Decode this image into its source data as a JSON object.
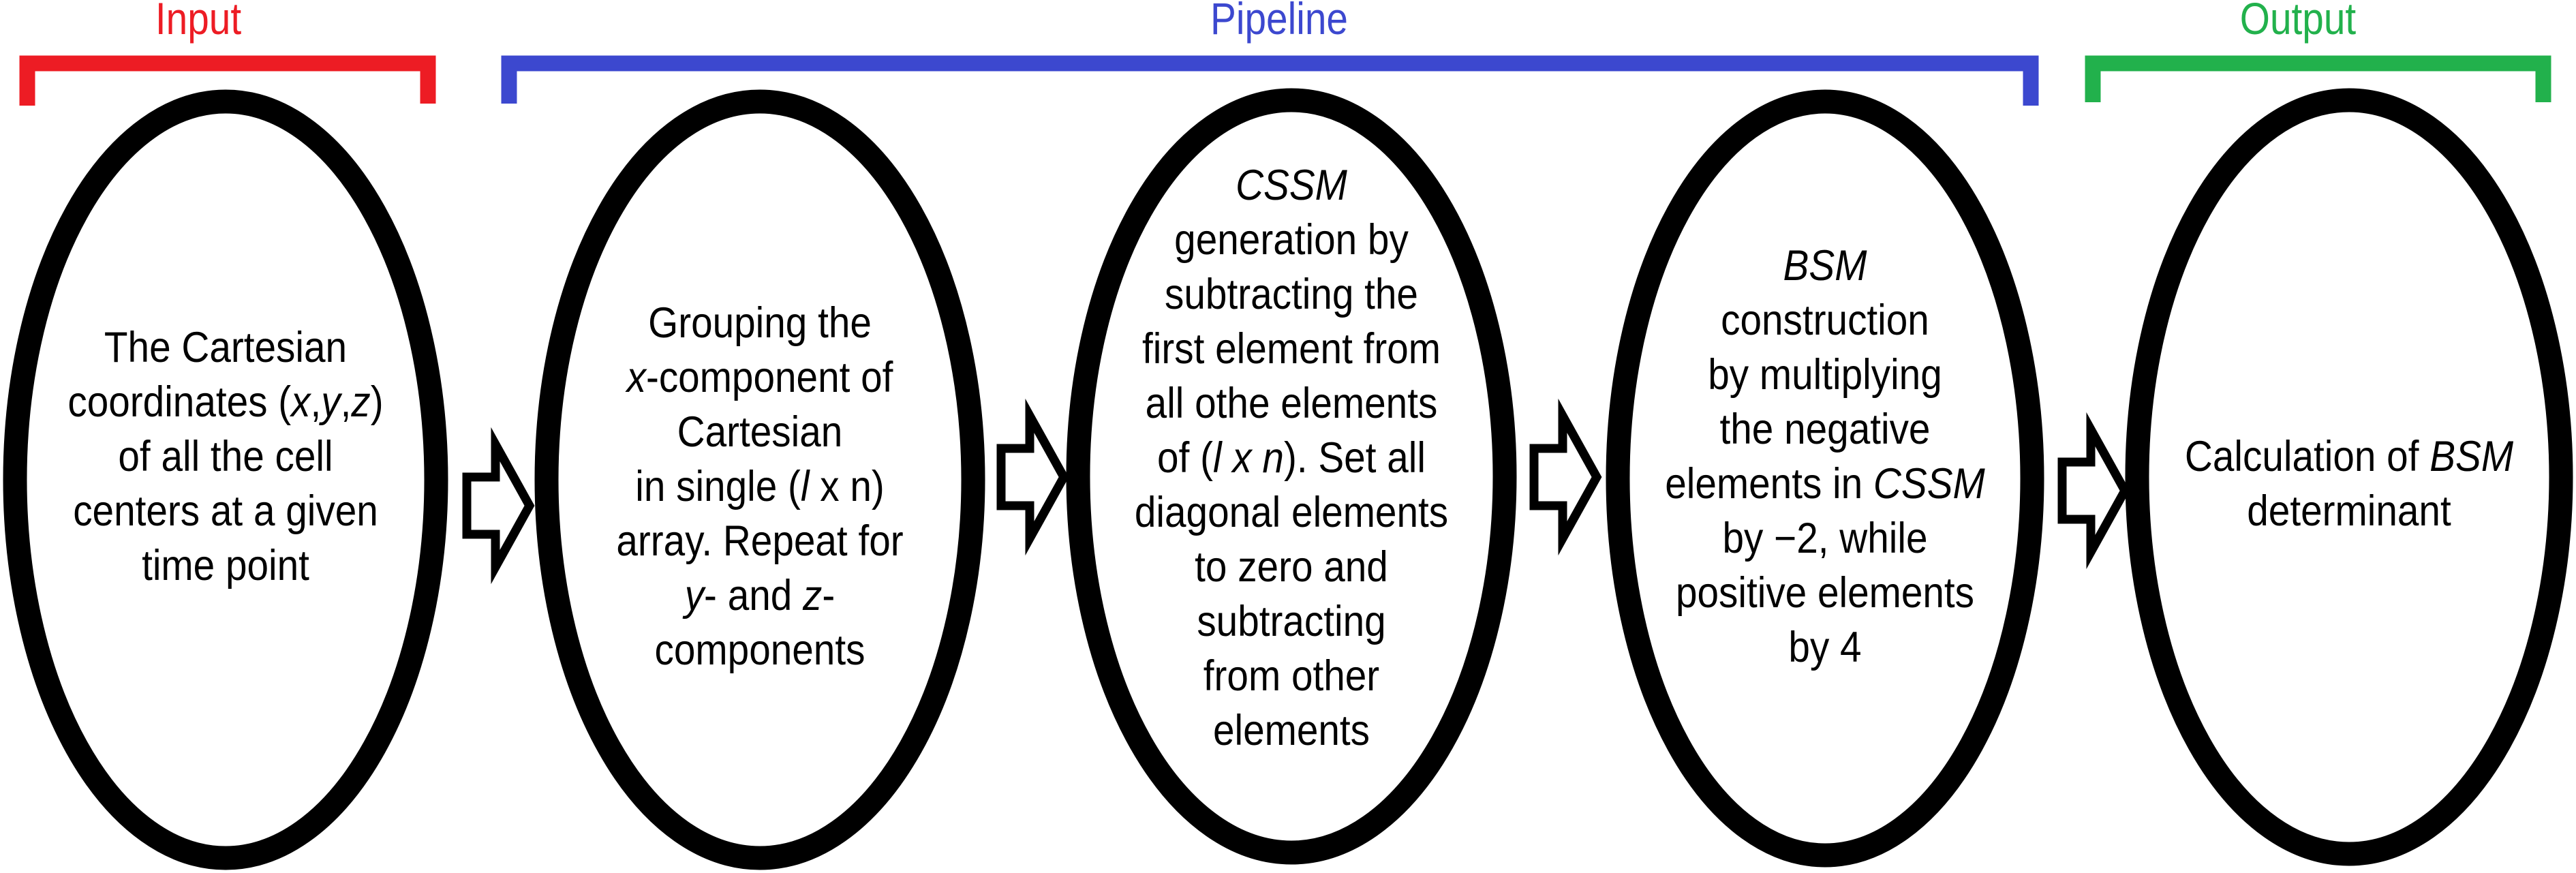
{
  "figure": {
    "sections": [
      {
        "id": "input",
        "label": "Input",
        "color": "#ED1C24"
      },
      {
        "id": "pipeline",
        "label": "Pipeline",
        "color": "#3C48CF"
      },
      {
        "id": "output",
        "label": "Output",
        "color": "#22B14C"
      }
    ],
    "stages": [
      {
        "id": "stage-1",
        "section": "input",
        "lines": [
          [
            {
              "t": "The Cartesian"
            }
          ],
          [
            {
              "t": "coordinates ("
            },
            {
              "t": "x",
              "i": true
            },
            {
              "t": ","
            },
            {
              "t": "y",
              "i": true
            },
            {
              "t": ","
            },
            {
              "t": "z",
              "i": true
            },
            {
              "t": ")"
            }
          ],
          [
            {
              "t": "of all the cell"
            }
          ],
          [
            {
              "t": "centers at a given"
            }
          ],
          [
            {
              "t": "time point"
            }
          ]
        ]
      },
      {
        "id": "stage-2",
        "section": "pipeline",
        "lines": [
          [
            {
              "t": "Grouping the"
            }
          ],
          [
            {
              "t": "x",
              "i": true
            },
            {
              "t": "-component of"
            }
          ],
          [
            {
              "t": "Cartesian"
            }
          ],
          [
            {
              "t": "in single ("
            },
            {
              "t": "l",
              "i": true
            },
            {
              "t": " x n)"
            }
          ],
          [
            {
              "t": "array. Repeat for"
            }
          ],
          [
            {
              "t": "y",
              "i": true
            },
            {
              "t": "- and "
            },
            {
              "t": "z",
              "i": true
            },
            {
              "t": "-"
            }
          ],
          [
            {
              "t": "components"
            }
          ]
        ]
      },
      {
        "id": "stage-3",
        "section": "pipeline",
        "lines": [
          [
            {
              "t": "CSSM",
              "i": true
            }
          ],
          [
            {
              "t": "generation by"
            }
          ],
          [
            {
              "t": "subtracting the"
            }
          ],
          [
            {
              "t": "first element from"
            }
          ],
          [
            {
              "t": "all othe elements"
            }
          ],
          [
            {
              "t": "of ("
            },
            {
              "t": "l x n",
              "i": true
            },
            {
              "t": "). Set all"
            }
          ],
          [
            {
              "t": "diagonal elements"
            }
          ],
          [
            {
              "t": "to zero and"
            }
          ],
          [
            {
              "t": "subtracting"
            }
          ],
          [
            {
              "t": "from other"
            }
          ],
          [
            {
              "t": "elements"
            }
          ]
        ]
      },
      {
        "id": "stage-4",
        "section": "pipeline",
        "lines": [
          [
            {
              "t": "BSM",
              "i": true
            }
          ],
          [
            {
              "t": "construction"
            }
          ],
          [
            {
              "t": "by multiplying"
            }
          ],
          [
            {
              "t": "the negative"
            }
          ],
          [
            {
              "t": "elements in "
            },
            {
              "t": "CSSM",
              "i": true
            }
          ],
          [
            {
              "t": "by −2, while"
            }
          ],
          [
            {
              "t": "positive elements"
            }
          ],
          [
            {
              "t": "by 4"
            }
          ]
        ]
      },
      {
        "id": "stage-5",
        "section": "output",
        "lines": [
          [
            {
              "t": "Calculation of "
            },
            {
              "t": "BSM",
              "i": true
            }
          ],
          [
            {
              "t": "determinant"
            }
          ]
        ]
      }
    ],
    "connectors": [
      {
        "from": "stage-1",
        "to": "stage-2",
        "icon": "hollow-right-arrow"
      },
      {
        "from": "stage-2",
        "to": "stage-3",
        "icon": "hollow-right-arrow"
      },
      {
        "from": "stage-3",
        "to": "stage-4",
        "icon": "hollow-right-arrow"
      },
      {
        "from": "stage-4",
        "to": "stage-5",
        "icon": "hollow-right-arrow"
      }
    ],
    "colors": {
      "outline": "#000000",
      "background": "#FFFFFF"
    }
  }
}
